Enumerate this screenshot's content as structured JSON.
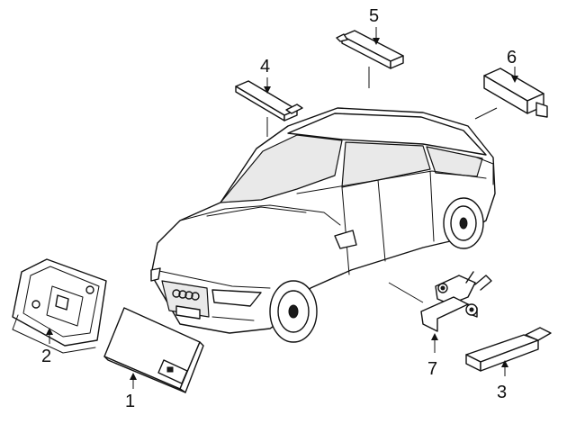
{
  "diagram": {
    "callouts": [
      {
        "id": "1",
        "label": "1"
      },
      {
        "id": "2",
        "label": "2"
      },
      {
        "id": "3",
        "label": "3"
      },
      {
        "id": "4",
        "label": "4"
      },
      {
        "id": "5",
        "label": "5"
      },
      {
        "id": "6",
        "label": "6"
      },
      {
        "id": "7",
        "label": "7"
      }
    ],
    "colors": {
      "line": "#111111",
      "background": "#ffffff",
      "shade": "#e9e9e9"
    }
  }
}
